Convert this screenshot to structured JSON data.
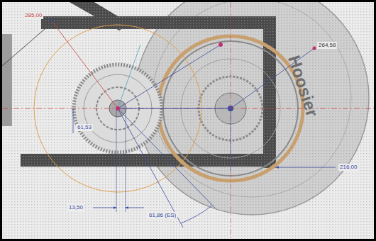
{
  "diagram": {
    "labels": [
      "285,00",
      "264,58",
      "216,00",
      "61,53",
      "13,50",
      "61,86 (ES)",
      "Hoosier"
    ]
  }
}
